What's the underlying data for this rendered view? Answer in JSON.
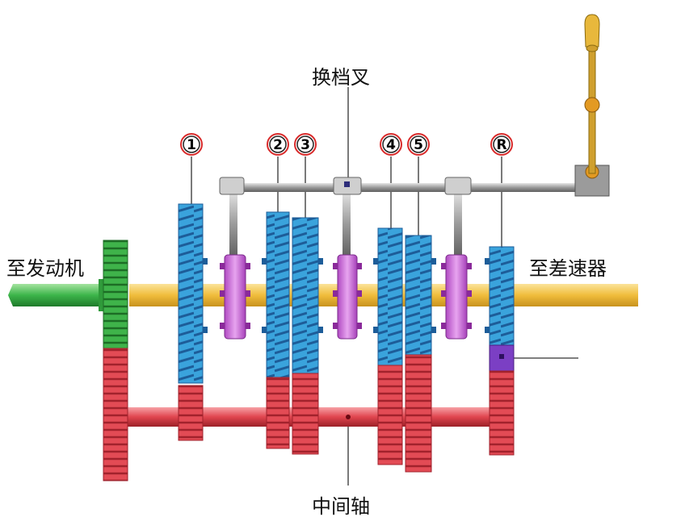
{
  "labels": {
    "shift_fork": "换档叉",
    "to_engine": "至发动机",
    "to_differential": "至差速器",
    "countershaft": "中间轴"
  },
  "gear_markers": [
    "1",
    "2",
    "3",
    "4",
    "5",
    "R"
  ],
  "colors": {
    "input_gear": "#2fa32f",
    "main_gear": "#2f9fd8",
    "counter_gear": "#e0454e",
    "synchro": "#c25bd0",
    "output_shaft": "#f0c040",
    "input_shaft": "#3cb54a",
    "selector_rod": "#8a8a8a",
    "reverse_idler": "#7b3fc4",
    "shift_lever": "#c8a030"
  }
}
